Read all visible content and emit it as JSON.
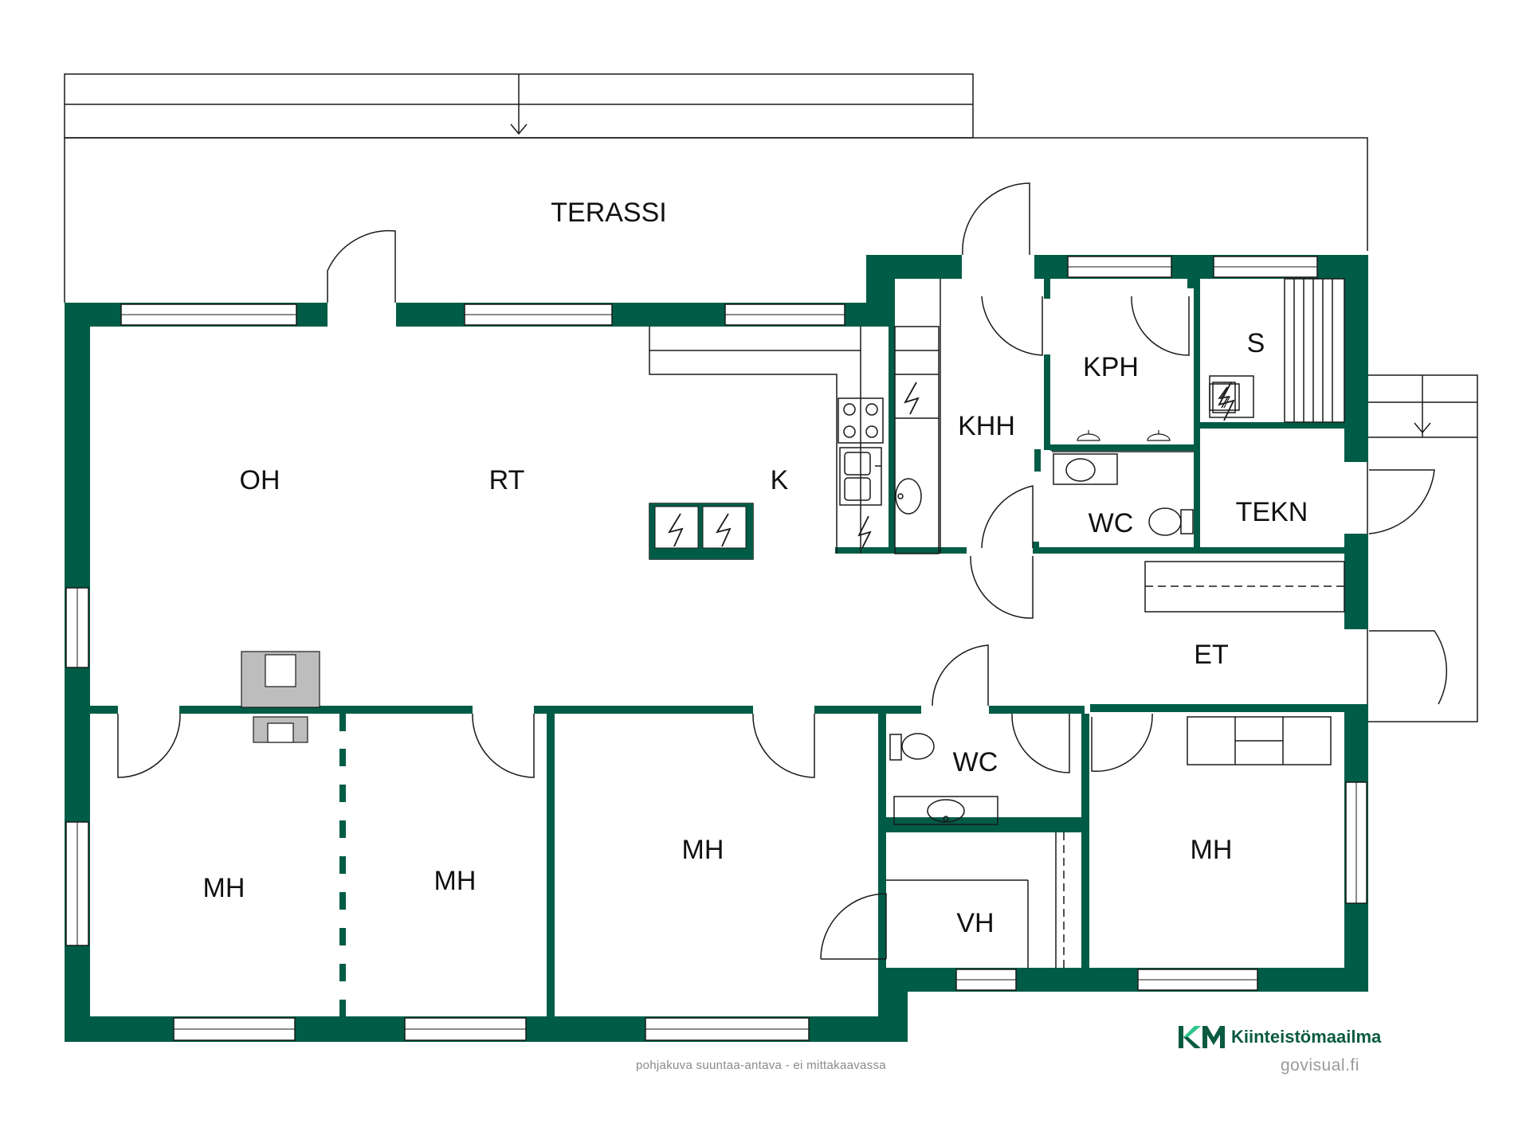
{
  "colors": {
    "wall": "#005c46",
    "line": "#1a1a1a",
    "brand_dark": "#0a5a42",
    "brand_accent": "#2ec58b",
    "text": "#111111",
    "note": "#8a8a8a"
  },
  "rooms": {
    "terassi": "TERASSI",
    "oh": "OH",
    "rt": "RT",
    "k": "K",
    "khh": "KHH",
    "kph": "KPH",
    "s": "S",
    "wc_upper": "WC",
    "tekn": "TEKN",
    "et": "ET",
    "wc_lower": "WC",
    "vh": "VH",
    "mh_1": "MH",
    "mh_2": "MH",
    "mh_3": "MH",
    "mh_4": "MH"
  },
  "footer": {
    "disclaimer": "pohjakuva suuntaa-antava - ei mittakaavassa",
    "credit": "govisual.fi"
  },
  "brand": {
    "logo_text": "Kiinteistömaailma"
  },
  "icons": [
    "electric-appliance-icon",
    "stove-icon",
    "sink-icon",
    "toilet-icon",
    "washbasin-icon",
    "fireplace-icon",
    "sauna-bench-icon",
    "door-swing-icon",
    "window-icon",
    "km-logo-icon"
  ]
}
